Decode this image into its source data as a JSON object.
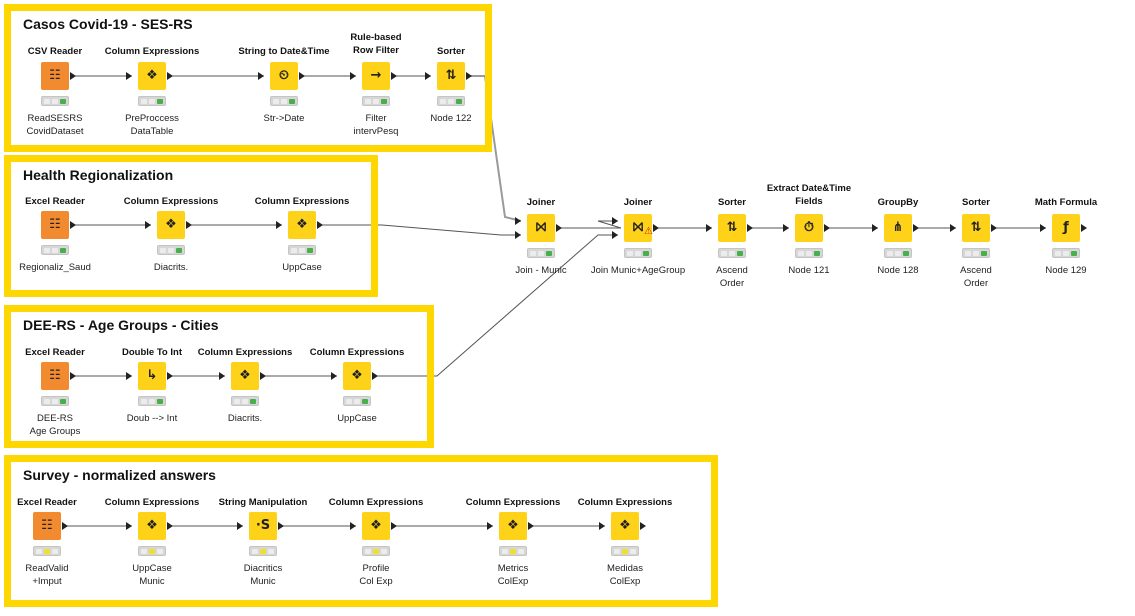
{
  "groups": [
    {
      "id": "g1",
      "title": "Casos Covid-19 - SES-RS"
    },
    {
      "id": "g2",
      "title": "Health Regionalization"
    },
    {
      "id": "g3",
      "title": "DEE-RS - Age Groups - Cities"
    },
    {
      "id": "g4",
      "title": "Survey - normalized answers"
    }
  ],
  "nodes": [
    {
      "id": "n1",
      "group": "g1",
      "title": [
        "CSV Reader"
      ],
      "label": [
        "ReadSESRS",
        "CovidDataset"
      ],
      "icon": "csv-reader-icon",
      "color": "orange",
      "status": "green"
    },
    {
      "id": "n2",
      "group": "g1",
      "title": [
        "Column Expressions"
      ],
      "label": [
        "PreProccess",
        "DataTable"
      ],
      "icon": "column-expressions-icon",
      "color": "yellow",
      "status": "green"
    },
    {
      "id": "n3",
      "group": "g1",
      "title": [
        "String to Date&Time"
      ],
      "label": [
        "Str->Date"
      ],
      "icon": "string-to-datetime-icon",
      "color": "yellow",
      "status": "green"
    },
    {
      "id": "n4",
      "group": "g1",
      "title": [
        "Rule-based",
        "Row Filter"
      ],
      "label": [
        "Filter",
        "intervPesq"
      ],
      "icon": "row-filter-icon",
      "color": "yellow",
      "status": "green"
    },
    {
      "id": "n5",
      "group": "g1",
      "title": [
        "Sorter"
      ],
      "label": [
        "Node 122"
      ],
      "icon": "sorter-icon",
      "color": "yellow",
      "status": "green"
    },
    {
      "id": "n6",
      "group": "g2",
      "title": [
        "Excel Reader"
      ],
      "label": [
        "Regionaliz_Saud"
      ],
      "icon": "excel-reader-icon",
      "color": "orange",
      "status": "green"
    },
    {
      "id": "n7",
      "group": "g2",
      "title": [
        "Column Expressions"
      ],
      "label": [
        "Diacrits."
      ],
      "icon": "column-expressions-icon",
      "color": "yellow",
      "status": "green"
    },
    {
      "id": "n8",
      "group": "g2",
      "title": [
        "Column Expressions"
      ],
      "label": [
        "UppCase"
      ],
      "icon": "column-expressions-icon",
      "color": "yellow",
      "status": "green"
    },
    {
      "id": "n9",
      "group": "g3",
      "title": [
        "Excel Reader"
      ],
      "label": [
        "DEE-RS",
        "Age Groups"
      ],
      "icon": "excel-reader-icon",
      "color": "orange",
      "status": "green"
    },
    {
      "id": "n10",
      "group": "g3",
      "title": [
        "Double To Int"
      ],
      "label": [
        "Doub --> Int"
      ],
      "icon": "double-to-int-icon",
      "color": "yellow",
      "status": "green"
    },
    {
      "id": "n11",
      "group": "g3",
      "title": [
        "Column Expressions"
      ],
      "label": [
        "Diacrits."
      ],
      "icon": "column-expressions-icon",
      "color": "yellow",
      "status": "green"
    },
    {
      "id": "n12",
      "group": "g3",
      "title": [
        "Column Expressions"
      ],
      "label": [
        "UppCase"
      ],
      "icon": "column-expressions-icon",
      "color": "yellow",
      "status": "green"
    },
    {
      "id": "n13",
      "group": "g4",
      "title": [
        "Excel Reader"
      ],
      "label": [
        "ReadValid",
        "+Imput"
      ],
      "icon": "excel-reader-icon",
      "color": "orange",
      "status": "yellow"
    },
    {
      "id": "n14",
      "group": "g4",
      "title": [
        "Column Expressions"
      ],
      "label": [
        "UppCase",
        "Munic"
      ],
      "icon": "column-expressions-icon",
      "color": "yellow",
      "status": "yellow"
    },
    {
      "id": "n15",
      "group": "g4",
      "title": [
        "String Manipulation"
      ],
      "label": [
        "Diacritics",
        "Munic"
      ],
      "icon": "string-manipulation-icon",
      "color": "yellow",
      "status": "yellow"
    },
    {
      "id": "n16",
      "group": "g4",
      "title": [
        "Column Expressions"
      ],
      "label": [
        "Profile",
        "Col Exp"
      ],
      "icon": "column-expressions-icon",
      "color": "yellow",
      "status": "yellow"
    },
    {
      "id": "n17",
      "group": "g4",
      "title": [
        "Column Expressions"
      ],
      "label": [
        "Metrics",
        "ColExp"
      ],
      "icon": "column-expressions-icon",
      "color": "yellow",
      "status": "yellow"
    },
    {
      "id": "n18",
      "group": "g4",
      "title": [
        "Column Expressions"
      ],
      "label": [
        "Medidas",
        "ColExp"
      ],
      "icon": "column-expressions-icon",
      "color": "yellow",
      "status": "yellow"
    },
    {
      "id": "n19",
      "group": null,
      "title": [
        "Joiner"
      ],
      "label": [
        "Join - Munic"
      ],
      "icon": "joiner-icon",
      "color": "yellow",
      "status": "green"
    },
    {
      "id": "n20",
      "group": null,
      "title": [
        "Joiner"
      ],
      "label": [
        "Join Munic+AgeGroup"
      ],
      "icon": "joiner-icon",
      "color": "yellow",
      "status": "green"
    },
    {
      "id": "n21",
      "group": null,
      "title": [
        "Sorter"
      ],
      "label": [
        "Ascend",
        "Order"
      ],
      "icon": "sorter-icon",
      "color": "yellow",
      "status": "green"
    },
    {
      "id": "n22",
      "group": null,
      "title": [
        "Extract Date&Time",
        "Fields"
      ],
      "label": [
        "Node 121"
      ],
      "icon": "extract-datetime-icon",
      "color": "yellow",
      "status": "green"
    },
    {
      "id": "n23",
      "group": null,
      "title": [
        "GroupBy"
      ],
      "label": [
        "Node 128"
      ],
      "icon": "groupby-icon",
      "color": "yellow",
      "status": "green"
    },
    {
      "id": "n24",
      "group": null,
      "title": [
        "Sorter"
      ],
      "label": [
        "Ascend",
        "Order"
      ],
      "icon": "sorter-icon",
      "color": "yellow",
      "status": "green"
    },
    {
      "id": "n25",
      "group": null,
      "title": [
        "Math Formula"
      ],
      "label": [
        "Node 129"
      ],
      "icon": "math-formula-icon",
      "color": "yellow",
      "status": "green"
    }
  ],
  "edges": [
    [
      "n1",
      "n2"
    ],
    [
      "n2",
      "n3"
    ],
    [
      "n3",
      "n4"
    ],
    [
      "n4",
      "n5"
    ],
    [
      "n6",
      "n7"
    ],
    [
      "n7",
      "n8"
    ],
    [
      "n9",
      "n10"
    ],
    [
      "n10",
      "n11"
    ],
    [
      "n11",
      "n12"
    ],
    [
      "n13",
      "n14"
    ],
    [
      "n14",
      "n15"
    ],
    [
      "n15",
      "n16"
    ],
    [
      "n16",
      "n17"
    ],
    [
      "n17",
      "n18"
    ],
    [
      "n5",
      "n19"
    ],
    [
      "n8",
      "n19"
    ],
    [
      "n19",
      "n20"
    ],
    [
      "n12",
      "n20"
    ],
    [
      "n20",
      "n21"
    ],
    [
      "n21",
      "n22"
    ],
    [
      "n22",
      "n23"
    ],
    [
      "n23",
      "n24"
    ],
    [
      "n24",
      "n25"
    ]
  ],
  "colors": {
    "group_border": "#ffd700",
    "node_yellow": "#ffd21a",
    "node_orange": "#f28a30",
    "status_green": "#47b04b",
    "status_yellow": "#f0e02a",
    "edge": "#555555",
    "warning": "#cc2222"
  }
}
